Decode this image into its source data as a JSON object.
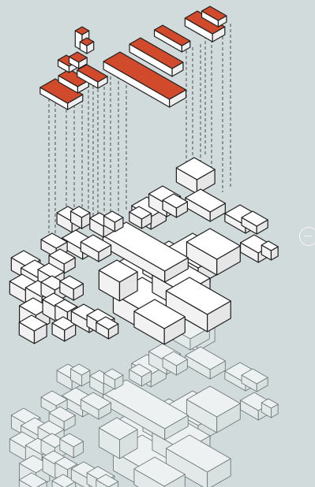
{
  "diagram": {
    "caption": "",
    "layers": [
      {
        "name": "roof-layer",
        "fill": "#d24a2c"
      },
      {
        "name": "building-layer",
        "fill": "#ffffff"
      },
      {
        "name": "ghost-layer",
        "fill": "#eef1f1"
      }
    ],
    "colors": {
      "background": "#d2dbdc",
      "roof": "#d24a2c",
      "building_top": "#ffffff",
      "building_side": "#f2f2f2",
      "stroke": "#1e1e1e",
      "ghost_top": "#eef1f1",
      "ghost_stroke": "#6f7a7c",
      "nav": "#f4f6f6"
    }
  },
  "navigation": {
    "next_icon": "minus-circle-icon"
  }
}
